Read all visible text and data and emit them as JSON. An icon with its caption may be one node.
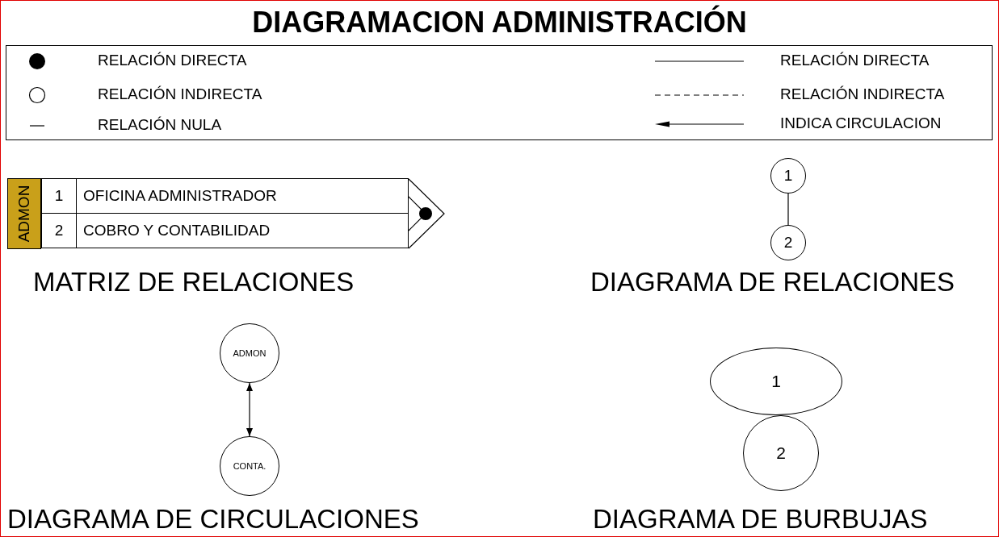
{
  "diagram": {
    "title": "DIAGRAMACION ADMINISTRACIÓN",
    "nodes": [
      {
        "text": [
          "ADMON"
        ]
      },
      {
        "text": [
          "1"
        ]
      },
      {
        "text": [
          "2"
        ]
      },
      {
        "text": [
          "ADMON"
        ]
      },
      {
        "text": [
          "CONTA."
        ]
      },
      {
        "text": [
          "1"
        ]
      },
      {
        "text": [
          "2"
        ]
      }
    ],
    "edges": [
      {
        "from": 1,
        "to": 2,
        "arrow": "none"
      },
      {
        "from": 3,
        "to": 4,
        "arrow": "both"
      }
    ],
    "labels": [
      "1",
      "OFICINA ADMINISTRADOR",
      "2",
      "COBRO Y CONTABILIDAD",
      "MATRIZ DE RELACIONES",
      "DIAGRAMA DE RELACIONES",
      "DIAGRAMA DE CIRCULACIONES",
      "DIAGRAMA DE BURBUJAS"
    ],
    "legend": [
      {
        "text": "RELACIÓN DIRECTA"
      },
      {
        "text": "RELACIÓN INDIRECTA"
      },
      {
        "text": "RELACIÓN NULA"
      },
      {
        "text": "RELACIÓN DIRECTA"
      },
      {
        "text": "RELACIÓN INDIRECTA"
      },
      {
        "text": "INDICA CIRCULACION"
      }
    ]
  }
}
